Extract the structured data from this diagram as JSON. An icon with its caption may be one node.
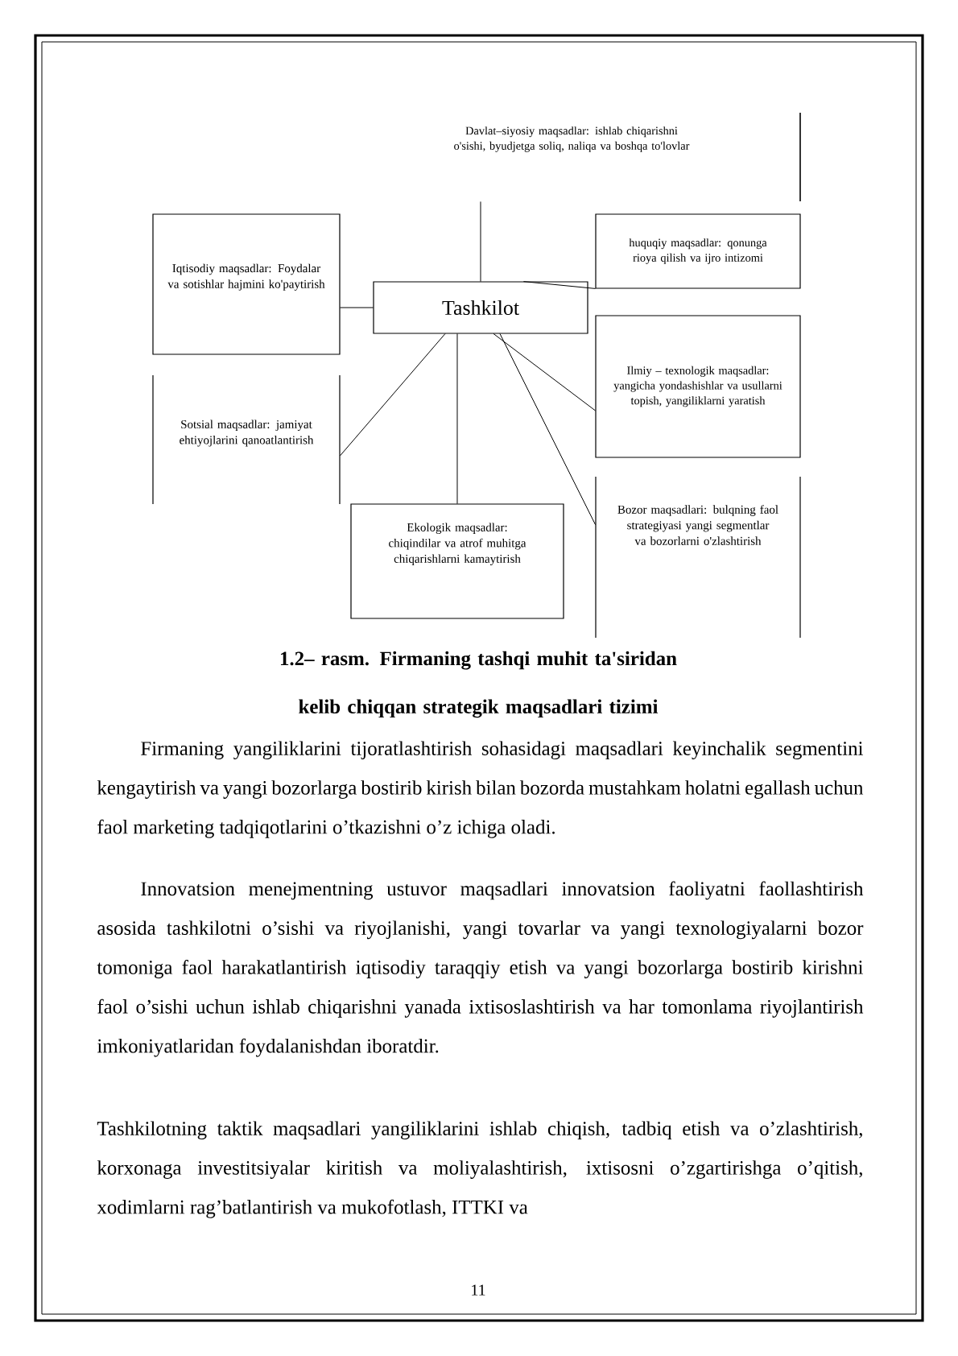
{
  "diagram": {
    "caption": "1.2– rasm. Firmaning tashqi muhit ta'siridan kelib chiqqan strategik maqsadlari tizimi",
    "nodes": [
      {
        "text": [
          "Davlat–siyosiy maqsadlar: ishlab chiqarishni o'sishi, byudjetga soliq, naliqa va boshqa to'lovlar"
        ]
      },
      {
        "text": [
          "Iqtisodiy maqsadlar: Foydalar va sotishlar hajmini ko'paytirish"
        ]
      },
      {
        "text": [
          "huquqiy maqsadlar: qonunga rioya qilish va ijro intizomi"
        ]
      },
      {
        "text": [
          "Tashkilot"
        ]
      },
      {
        "text": [
          "Ilmiy – texnologik maqsadlar: yangicha yondashishlar va usullarni topish, yangiliklarni yaratish"
        ]
      },
      {
        "text": [
          "Sotsial maqsadlar: jamiyat ehtiyojlarini qanoatlantirish"
        ]
      },
      {
        "text": [
          "Ekologik maqsadlar: chiqindilar va atrof muhitga chiqarishlarni kamaytirish"
        ]
      },
      {
        "text": [
          "Bozor maqsadlari: bulqning faol strategiyasi yangi segmentlar va bozorlarni o'zlashtirish"
        ]
      }
    ],
    "edges": [
      {
        "from": 3,
        "to": 0,
        "arrow": "none"
      },
      {
        "from": 3,
        "to": 1,
        "arrow": "none"
      },
      {
        "from": 3,
        "to": 2,
        "arrow": "none"
      },
      {
        "from": 3,
        "to": 4,
        "arrow": "none"
      },
      {
        "from": 3,
        "to": 5,
        "arrow": "none"
      },
      {
        "from": 3,
        "to": 6,
        "arrow": "none"
      },
      {
        "from": 3,
        "to": 7,
        "arrow": "none"
      }
    ],
    "labels": [
      "Firmaning yangiliklarini tijoratlashtirish sohasidagi maqsadlari keyinchalik segmentini kengaytirish va yangi bozorlarga bostirib kirish bilan bozorda mustahkam holatni egallash uchun faol marketing tadqiqotlarini o’tkazishni o’z ichiga oladi.",
      "Innovatsion menejmentning ustuvor maqsadlari innovatsion faoliyatni faollashtirish asosida tashkilotni o’sishi va riyojlanishi, yangi tovarlar va yangi texnologiyalarni bozor tomoniga faol harakatlantirish iqtisodiy taraqqiy etish va yangi bozorlarga bostirib kirishni faol o’sishi uchun ishlab chiqarishni yanada ixtisoslashtirish va har tomonlama riyojlantirish imkoniyatlaridan foydalanishdan iboratdir.",
      "Tashkilotning taktik maqsadlari yangiliklarini ishlab chiqish, tadbiq etish va o’zlashtirish, korxonaga investitsiyalar kiritish va moliyalashtirish, ixtisosni o’zgartirishga o’qitish, xodimlarni rag’batlantirish va mukofotlash, ITTKI va",
      "11"
    ]
  }
}
